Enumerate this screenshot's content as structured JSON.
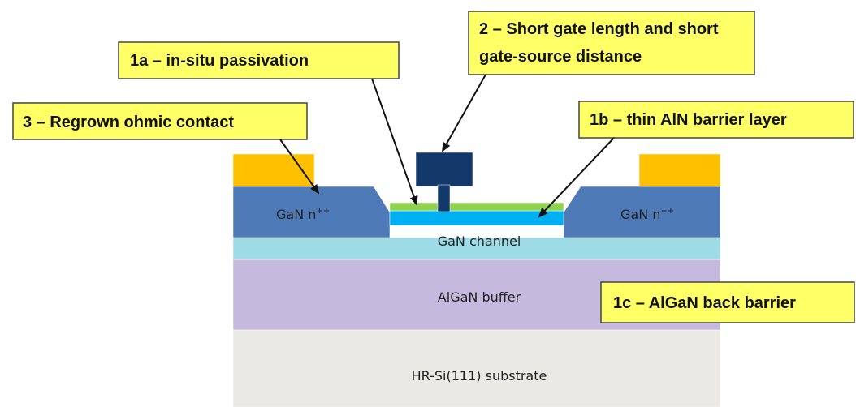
{
  "layers": {
    "substrate": "HR-Si(111) substrate",
    "buffer": "AlGaN buffer",
    "channel": "GaN channel",
    "contact_left": "GaN n",
    "contact_left_sup": "++",
    "contact_right": "GaN n",
    "contact_right_sup": "++"
  },
  "callouts": {
    "c1a": "1a – in-situ passivation",
    "c2_line1": "2 – Short gate length and short",
    "c2_line2": "gate-source distance",
    "c3": "3 – Regrown ohmic contact",
    "c1b": "1b – thin AlN barrier layer",
    "c1c": "1c – AlGaN back barrier"
  },
  "colors": {
    "substrate": "#ebe9e3",
    "buffer": "#c5b9dd",
    "channel": "#9ddbe6",
    "contact": "#4f7ab8",
    "contact_pad": "#ffc000",
    "gate": "#13386a",
    "barrier": "#00b0f0",
    "passivation": "#92d050",
    "callout_fill": "#ffff66",
    "callout_border": "#444444"
  }
}
